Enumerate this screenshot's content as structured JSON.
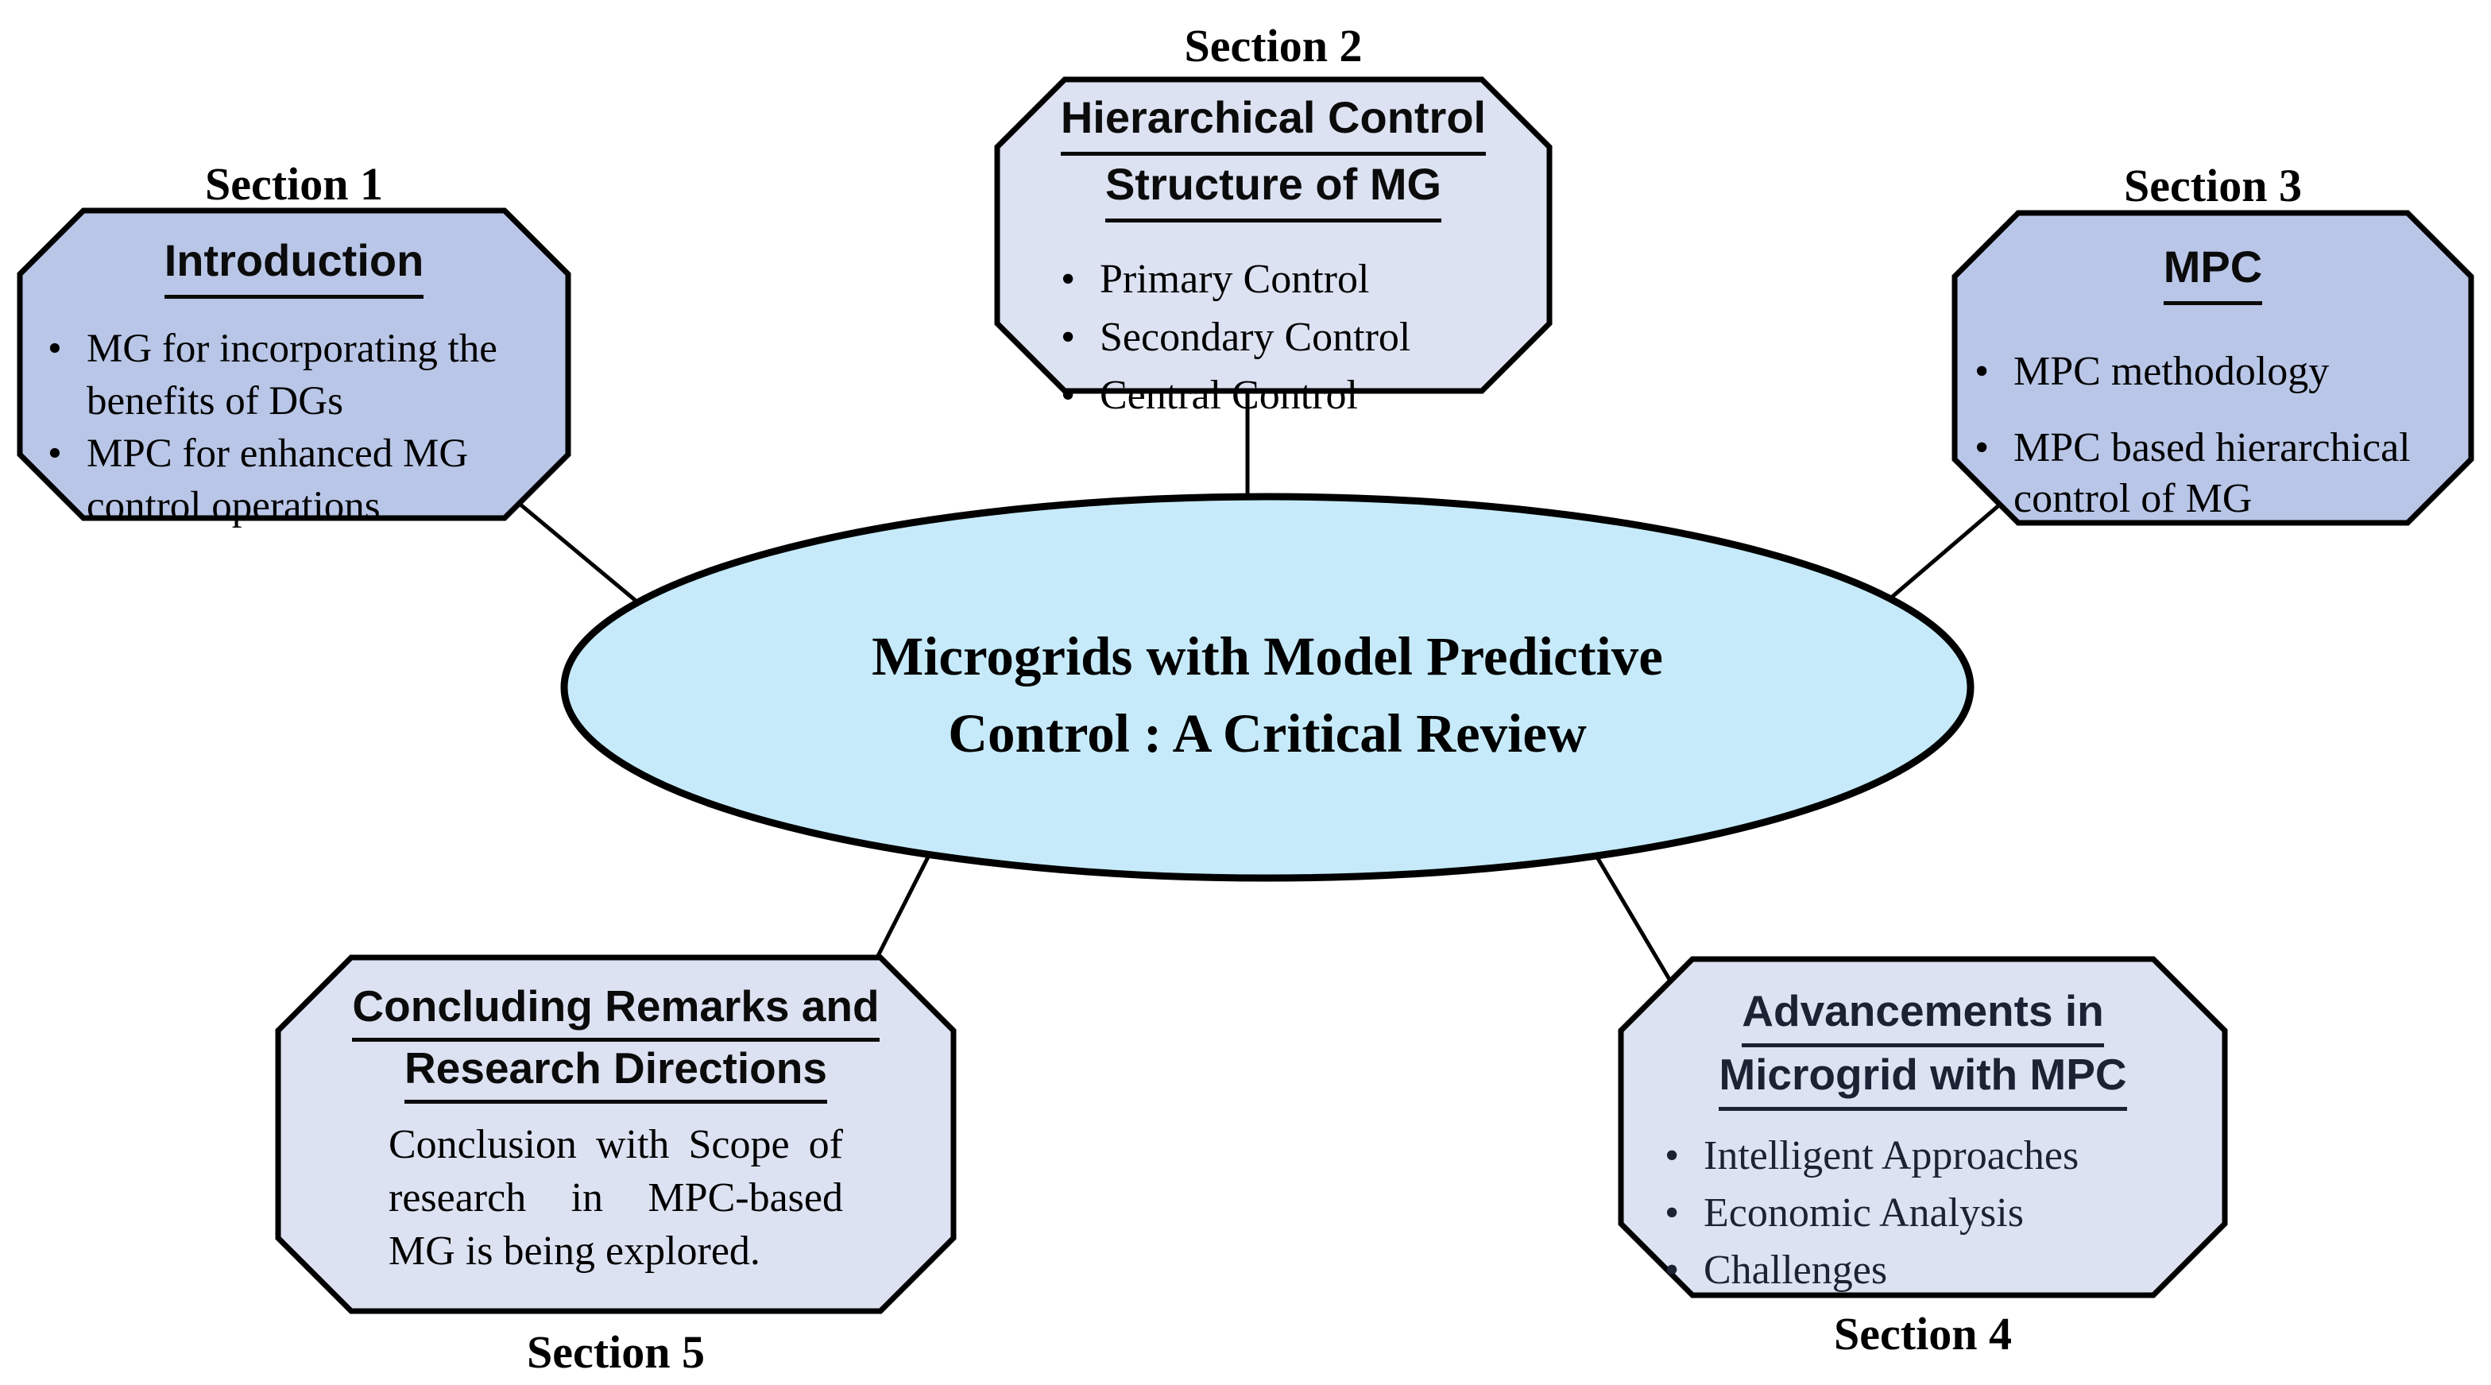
{
  "figure": {
    "title_line1": "Microgrids with Model Predictive",
    "title_line2": "Control : A Critical Review"
  },
  "sections": [
    {
      "label": "Section 1",
      "heading_lines": [
        "Introduction"
      ],
      "bullets": [
        "MG for incorporating the benefits of DGs",
        "MPC for enhanced MG control operations"
      ]
    },
    {
      "label": "Section 2",
      "heading_lines": [
        "Hierarchical Control",
        "Structure of MG"
      ],
      "bullets": [
        "Primary Control",
        "Secondary Control",
        "Central Control"
      ]
    },
    {
      "label": "Section 3",
      "heading_lines": [
        "MPC"
      ],
      "bullets": [
        "MPC methodology",
        "MPC based hierarchical control of MG"
      ]
    },
    {
      "label": "Section 4",
      "heading_lines": [
        "Advancements in",
        "Microgrid with MPC"
      ],
      "bullets": [
        "Intelligent Approaches",
        "Economic Analysis",
        "Challenges"
      ]
    },
    {
      "label": "Section 5",
      "heading_lines": [
        "Concluding Remarks and",
        "Research Directions"
      ],
      "body": "Conclusion with Scope of research in MPC-based MG is being explored."
    }
  ],
  "bullet_glyph": "•",
  "colors": {
    "box_primary": "#b9c6e7",
    "box_secondary": "#dde2f2",
    "ellipse_fill": "#c6eaf9",
    "outline": "#000000",
    "section4_text": "#1b2233"
  }
}
